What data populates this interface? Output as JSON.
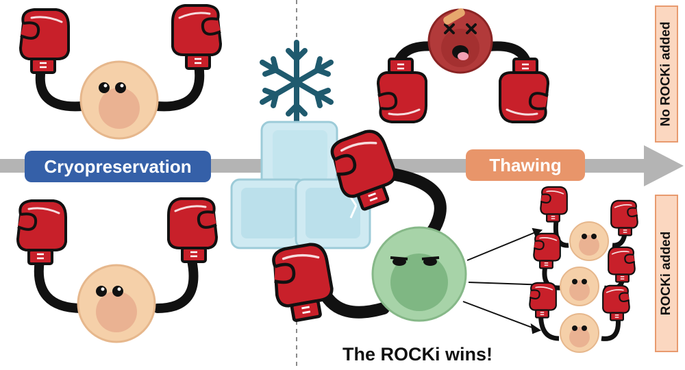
{
  "labels": {
    "cryopreservation": "Cryopreservation",
    "thawing": "Thawing",
    "no_rocki": "No ROCKi added",
    "rocki": "ROCKi added",
    "caption": "The ROCKi wins!"
  },
  "colors": {
    "cryo_pill": "#3560a8",
    "thaw_pill": "#e8956a",
    "side_box_fill": "#fbd7c0",
    "side_box_border": "#e89a6e",
    "arrow": "#b4b4b4",
    "glove": "#c8202a",
    "cell": "#f5d0a9",
    "dead_cell": "#b23a3a",
    "rocki_cell": "#a7d3a8",
    "ice": "#bfe3ec",
    "snowflake": "#1f5a6e"
  },
  "icons": [
    "snowflake-icon",
    "ice-cubes-icon",
    "boxing-glove-icon",
    "cell-icon",
    "dead-cell-icon",
    "rocki-cell-icon"
  ]
}
